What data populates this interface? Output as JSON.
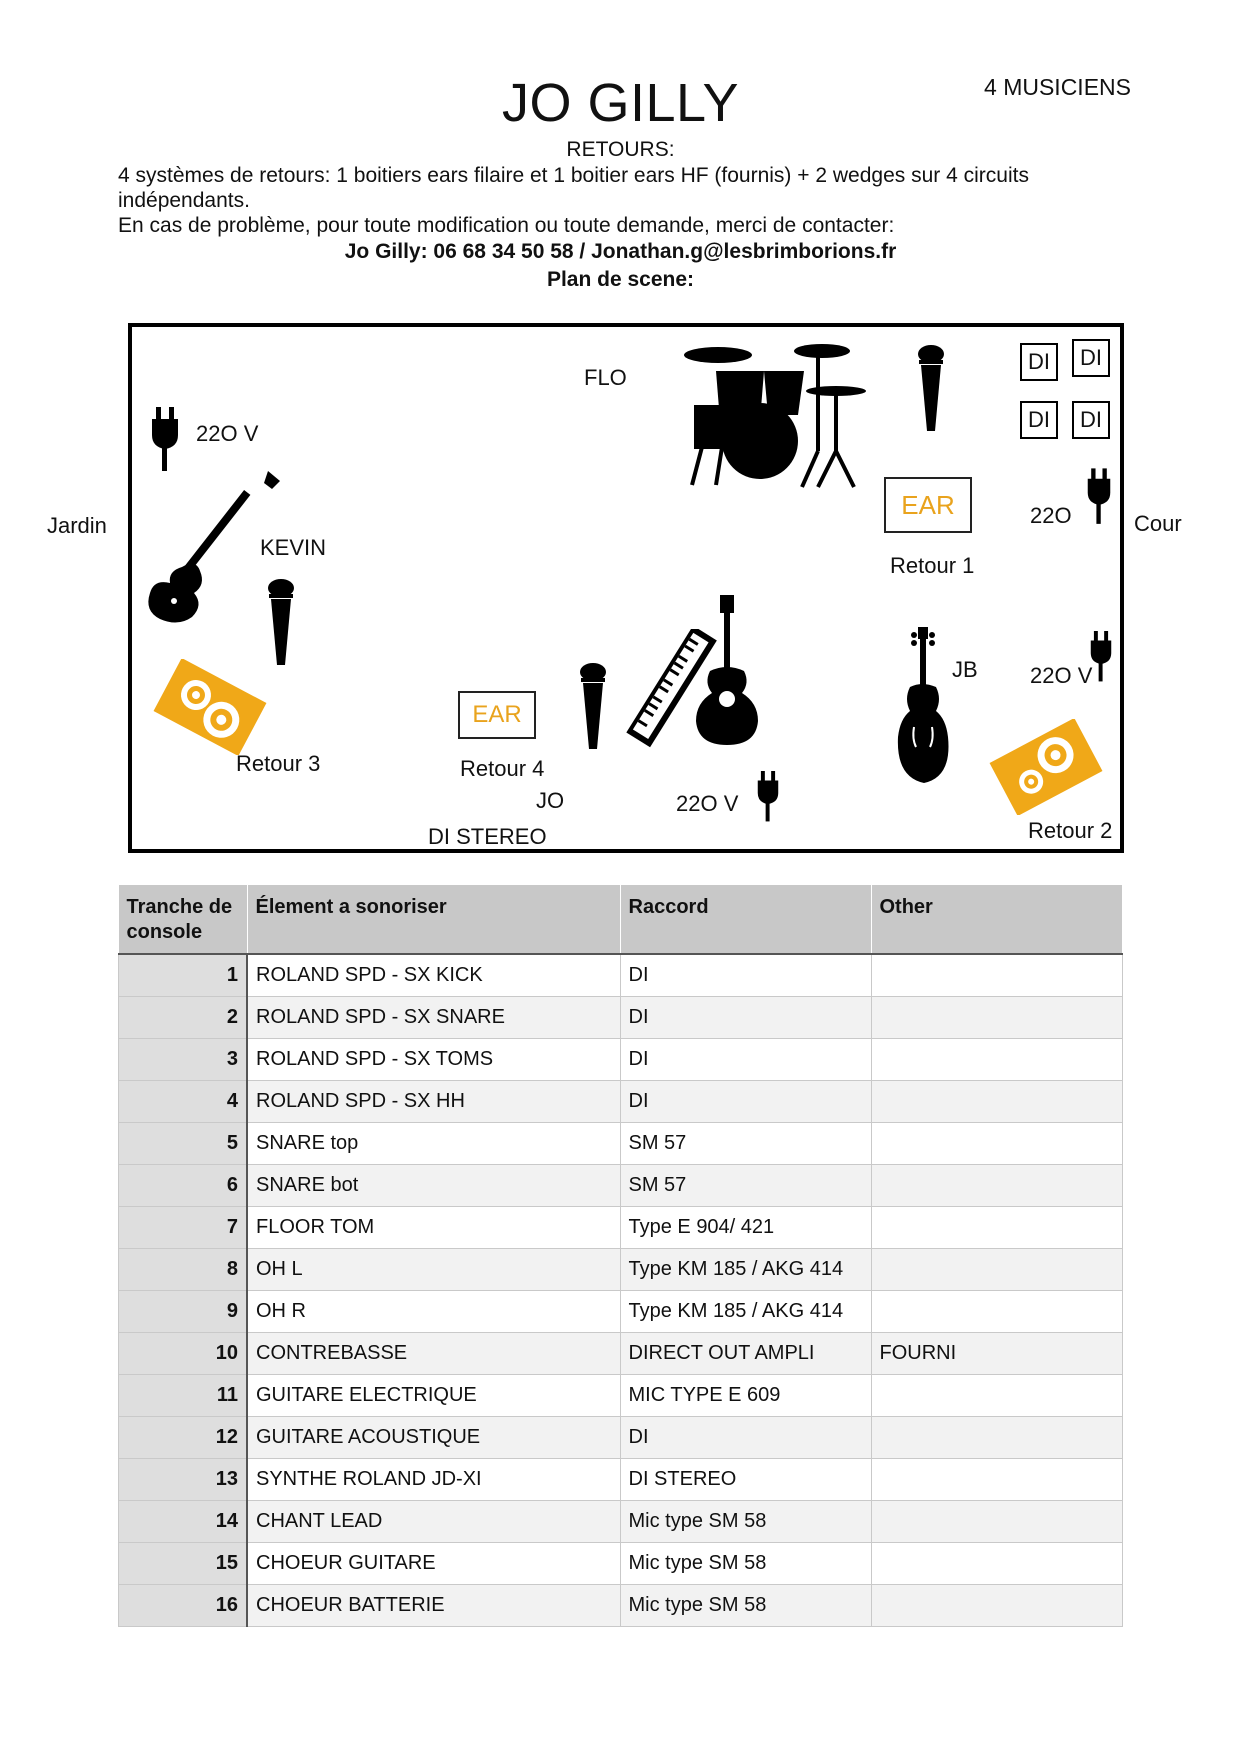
{
  "header": {
    "title": "JO GILLY",
    "musicians": "4 MUSICIENS",
    "subtitle": "RETOURS:",
    "intro_line1": "4 systèmes de retours: 1 boitiers ears filaire et 1 boitier ears HF (fournis) + 2 wedges sur 4 circuits indépendants.",
    "intro_line2": "En cas de problème, pour toute modification ou toute demande, merci de contacter:",
    "contact": "Jo Gilly: 06 68 34 50 58  / Jonathan.g@lesbrimborions.fr",
    "plan_title": "Plan de scene:"
  },
  "stage": {
    "jardin": "Jardin",
    "cour": "Cour",
    "musicians": {
      "flo": "FLO",
      "kevin": "KEVIN",
      "jb": "JB",
      "jo": "JO"
    },
    "power": {
      "top_left": "22O V",
      "right_top": "22O",
      "right_mid": "22O V",
      "bottom_center": "22O V"
    },
    "di_boxes": [
      "DI",
      "DI",
      "DI",
      "DI"
    ],
    "ear_label": "EAR",
    "retours": {
      "r1": "Retour 1",
      "r2": "Retour 2",
      "r3": "Retour 3",
      "r4": "Retour 4"
    },
    "di_stereo": "DI STEREO",
    "colors": {
      "accent": "#f0a818",
      "ear_text": "#e9a31d"
    },
    "icons": [
      "power-plug-icon",
      "electric-guitar-icon",
      "microphone-icon",
      "drum-kit-icon",
      "keyboard-icon",
      "acoustic-guitar-icon",
      "double-bass-icon",
      "wedge-monitor-icon"
    ]
  },
  "table": {
    "headers": [
      "Tranche de console",
      "Élement a sonoriser",
      "Raccord",
      "Other"
    ],
    "rows": [
      {
        "num": "1",
        "element": "ROLAND SPD - SX  KICK",
        "raccord": "DI",
        "other": ""
      },
      {
        "num": "2",
        "element": "ROLAND SPD - SX  SNARE",
        "raccord": "DI",
        "other": ""
      },
      {
        "num": "3",
        "element": "ROLAND SPD - SX  TOMS",
        "raccord": "DI",
        "other": ""
      },
      {
        "num": "4",
        "element": "ROLAND SPD - SX  HH",
        "raccord": "DI",
        "other": ""
      },
      {
        "num": "5",
        "element": "SNARE top",
        "raccord": "SM 57",
        "other": ""
      },
      {
        "num": "6",
        "element": "SNARE bot",
        "raccord": "SM 57",
        "other": ""
      },
      {
        "num": "7",
        "element": "FLOOR TOM",
        "raccord": "Type E 904/ 421",
        "other": ""
      },
      {
        "num": "8",
        "element": "OH L",
        "raccord": "Type KM 185 / AKG 414",
        "other": ""
      },
      {
        "num": "9",
        "element": "OH R",
        "raccord": "Type KM 185 / AKG 414",
        "other": ""
      },
      {
        "num": "10",
        "element": "CONTREBASSE",
        "raccord": "DIRECT OUT AMPLI",
        "other": "FOURNI"
      },
      {
        "num": "11",
        "element": "GUITARE ELECTRIQUE",
        "raccord": "MIC TYPE E 609",
        "other": ""
      },
      {
        "num": "12",
        "element": "GUITARE ACOUSTIQUE",
        "raccord": "DI",
        "other": ""
      },
      {
        "num": "13",
        "element": "SYNTHE ROLAND JD-XI",
        "raccord": "DI STEREO",
        "other": ""
      },
      {
        "num": "14",
        "element": "CHANT LEAD",
        "raccord": "Mic type SM 58",
        "other": ""
      },
      {
        "num": "15",
        "element": "CHOEUR GUITARE",
        "raccord": "Mic type SM 58",
        "other": ""
      },
      {
        "num": "16",
        "element": "CHOEUR BATTERIE",
        "raccord": "Mic type SM 58",
        "other": ""
      }
    ]
  }
}
